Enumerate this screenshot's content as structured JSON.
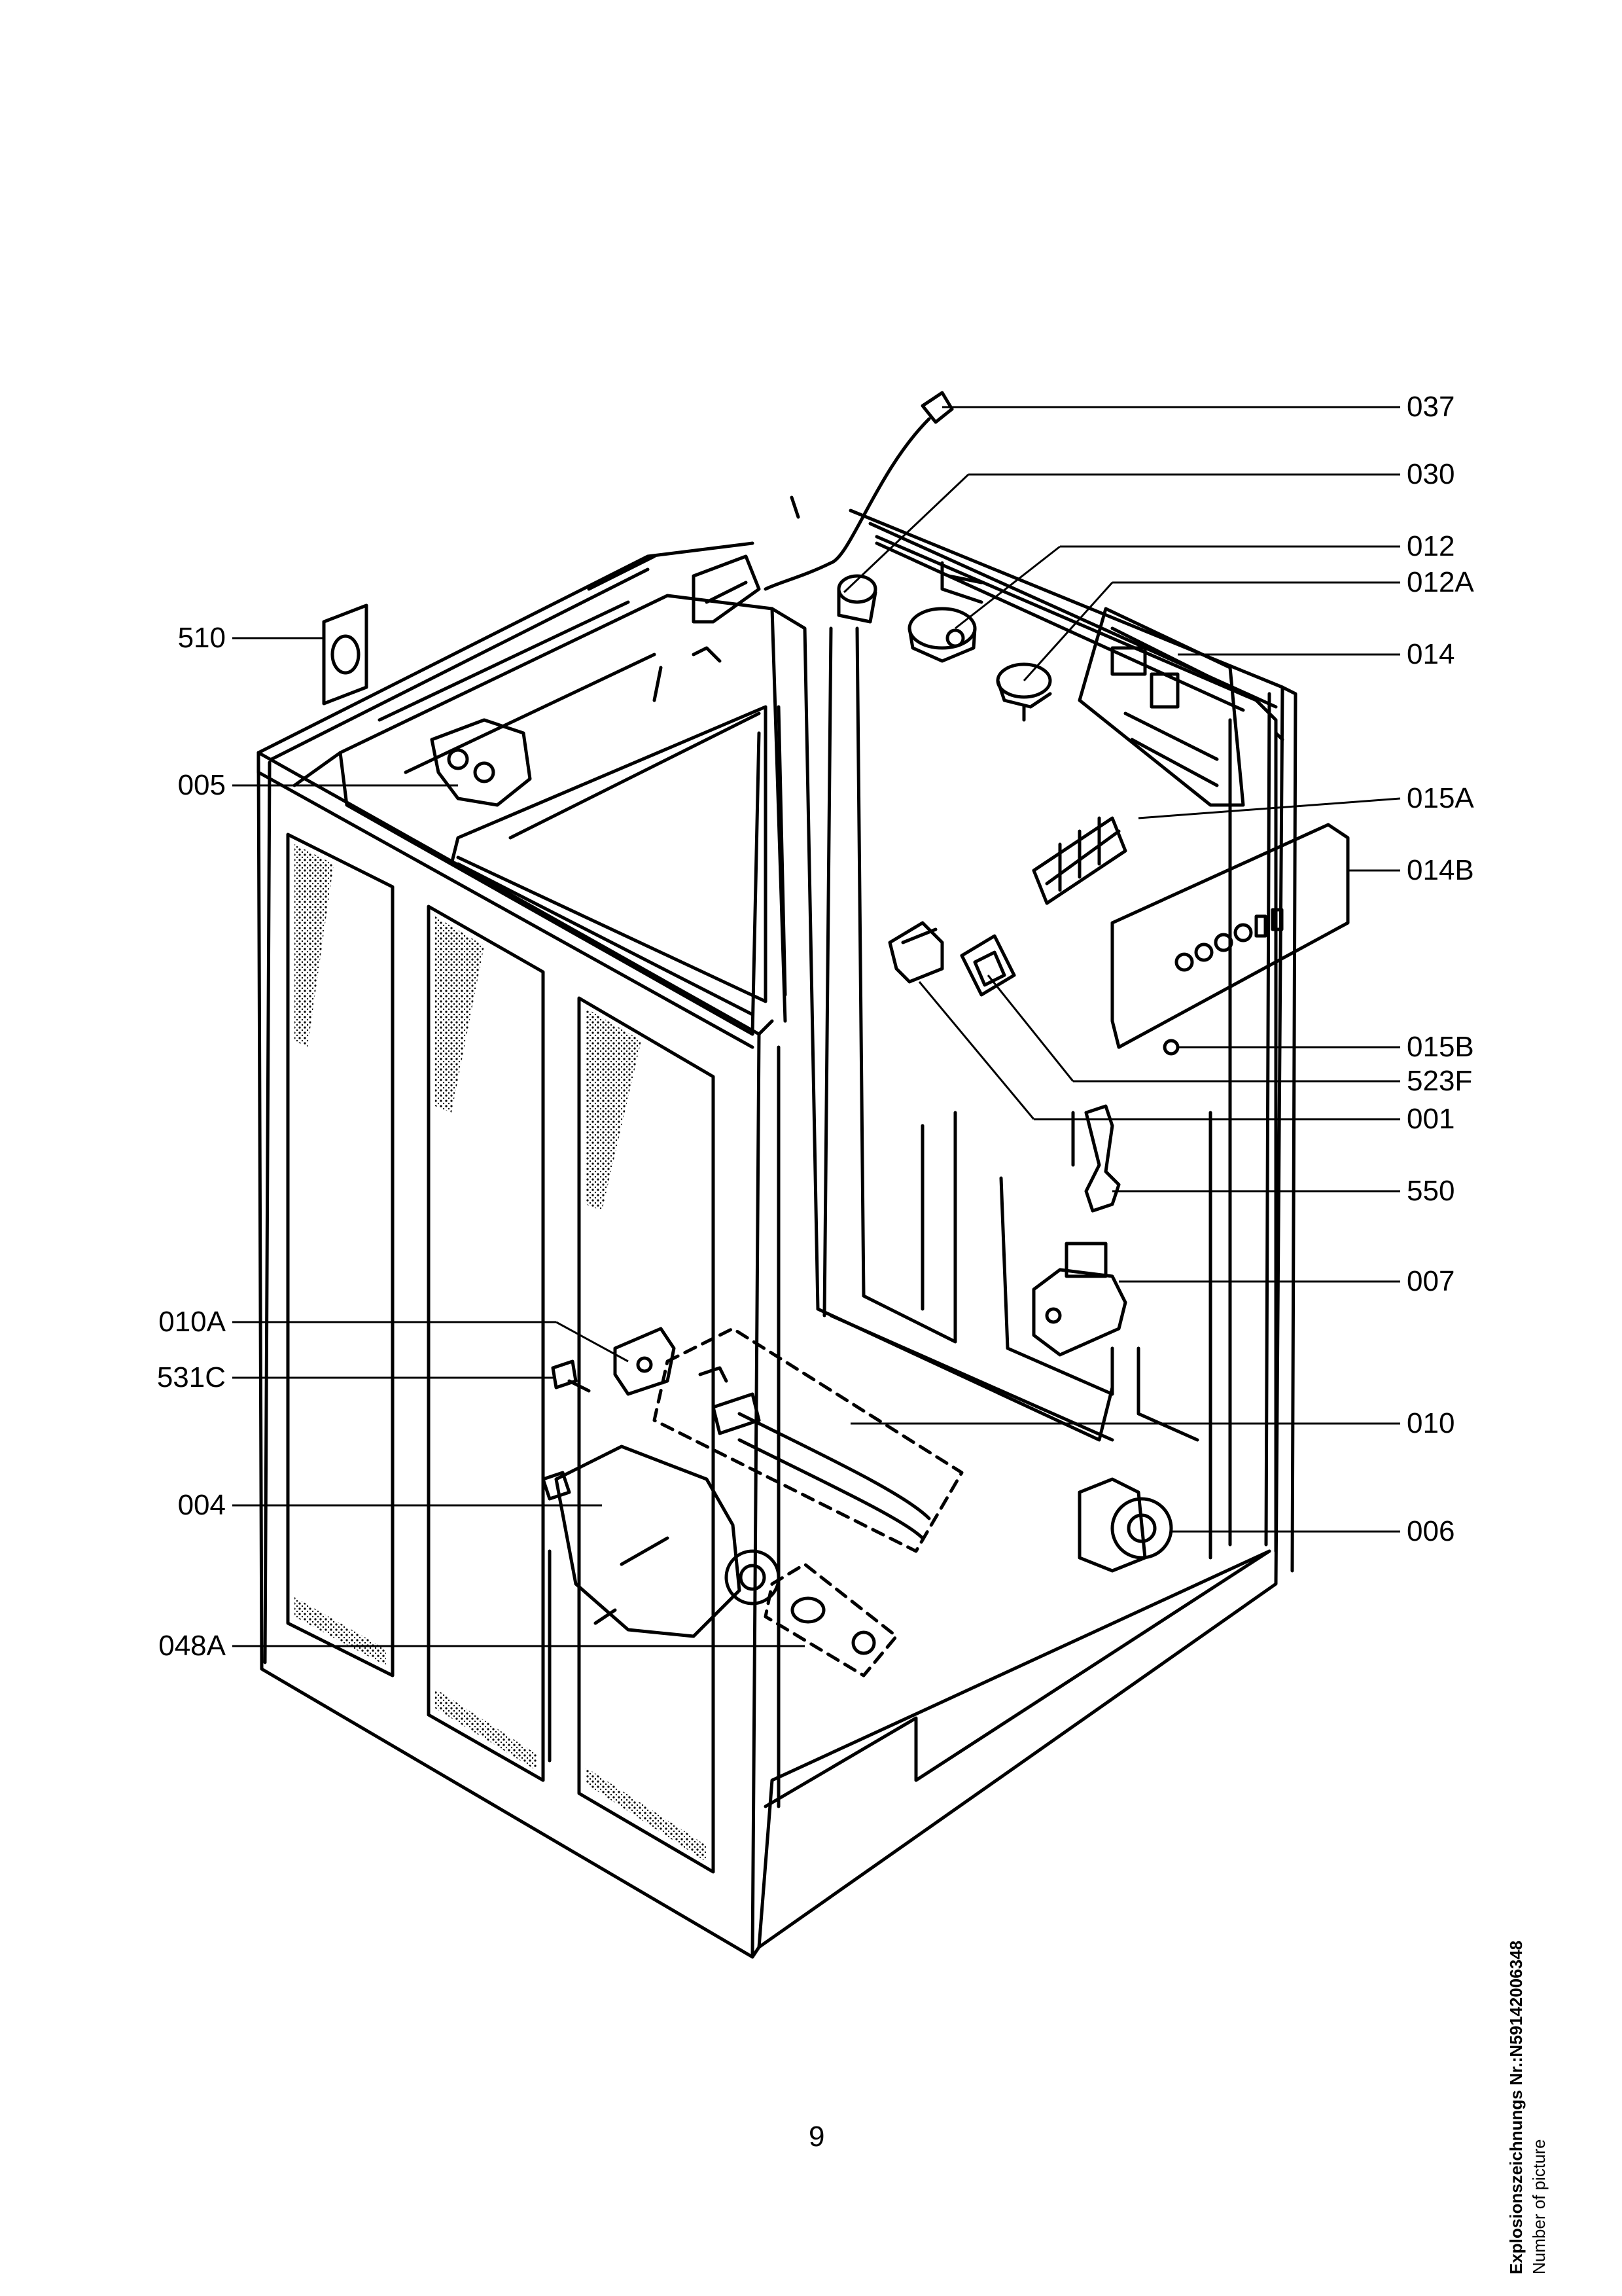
{
  "callouts_right": [
    "037",
    "030",
    "012",
    "012A",
    "014",
    "015A",
    "014B",
    "015B",
    "523F",
    "001",
    "550",
    "007",
    "010",
    "006"
  ],
  "callouts_left": [
    "510",
    "005",
    "010A",
    "531C",
    "004",
    "048A"
  ],
  "page_number": "9",
  "side_caption": {
    "line1": "Explosionszeichnungs Nr.:N59142006348",
    "line2": "Number of picture"
  }
}
